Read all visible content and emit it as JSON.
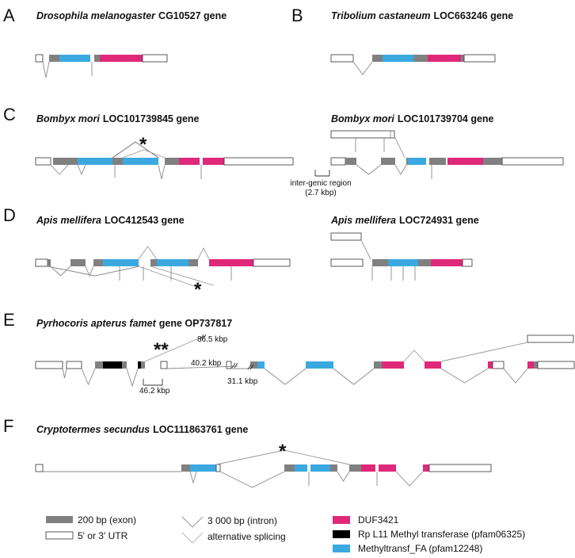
{
  "panels": [
    {
      "letter": "A",
      "species": "Drosophila melanogaster",
      "gene": "CG10527 gene"
    },
    {
      "letter": "B",
      "species": "Tribolium castaneum",
      "gene": "LOC663246 gene"
    },
    {
      "letter": "C",
      "species": "Bombyx mori",
      "gene": "LOC101739845 gene"
    },
    {
      "letter": "",
      "species": "Bombyx mori",
      "gene": "LOC101739704 gene"
    },
    {
      "letter": "D",
      "species": "Apis mellifera",
      "gene": "LOC412543 gene"
    },
    {
      "letter": "",
      "species": "Apis mellifera",
      "gene": "LOC724931 gene"
    },
    {
      "letter": "E",
      "species": "Pyrhocoris apterus famet",
      "gene": "gene OP737817"
    },
    {
      "letter": "F",
      "species": "Cryptotermes secundus",
      "gene": "LOC111863761 gene"
    }
  ],
  "annotations": {
    "intergenic_line1": "inter-genic region",
    "intergenic_line2": "(2.7 kbp)",
    "e_gap1": "86.5 kbp",
    "e_gap2": "40.2 kbp",
    "e_gap3": "46.2 kbp",
    "e_gap4": "31.1 kbp",
    "star_single": "*",
    "star_double": "**"
  },
  "legend": {
    "exon": "200 bp (exon)",
    "utr": "5' or 3' UTR",
    "intron": "3 000 bp (intron)",
    "alt": "alternative splicing",
    "duf": "DUF3421",
    "rpl11": "Rp L11 Methyl transferase (pfam06325)",
    "mtfa": "Methyltransf_FA (pfam12248)"
  },
  "colors": {
    "exon": "#808080",
    "utr": "#ffffff",
    "duf": "#e0287a",
    "rpl11": "#000000",
    "mtfa": "#3ba9e0",
    "intron_line": "#8a8a8a",
    "alt_line": "#b0b0b0"
  }
}
